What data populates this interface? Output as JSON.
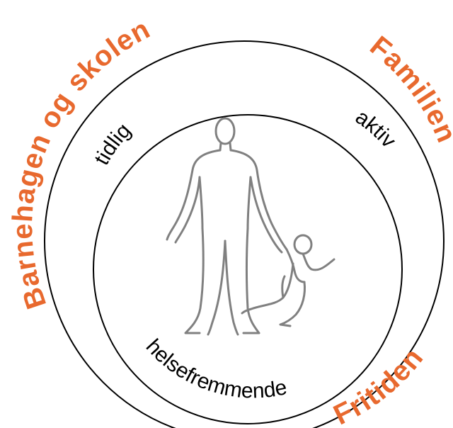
{
  "colors": {
    "accent": "#E8692E",
    "ring": "#000000",
    "figure": "#808080",
    "background": "#ffffff"
  },
  "outer_labels": {
    "top_left": "Barnehagen og skolen",
    "top_right": "Familien",
    "bottom_right": "Fritiden"
  },
  "inner_labels": {
    "top_left": "tidlig",
    "top_right": "aktiv",
    "bottom": "helsefremmende"
  },
  "illustration": {
    "icon": "adult-and-child-holding-hands-icon"
  }
}
